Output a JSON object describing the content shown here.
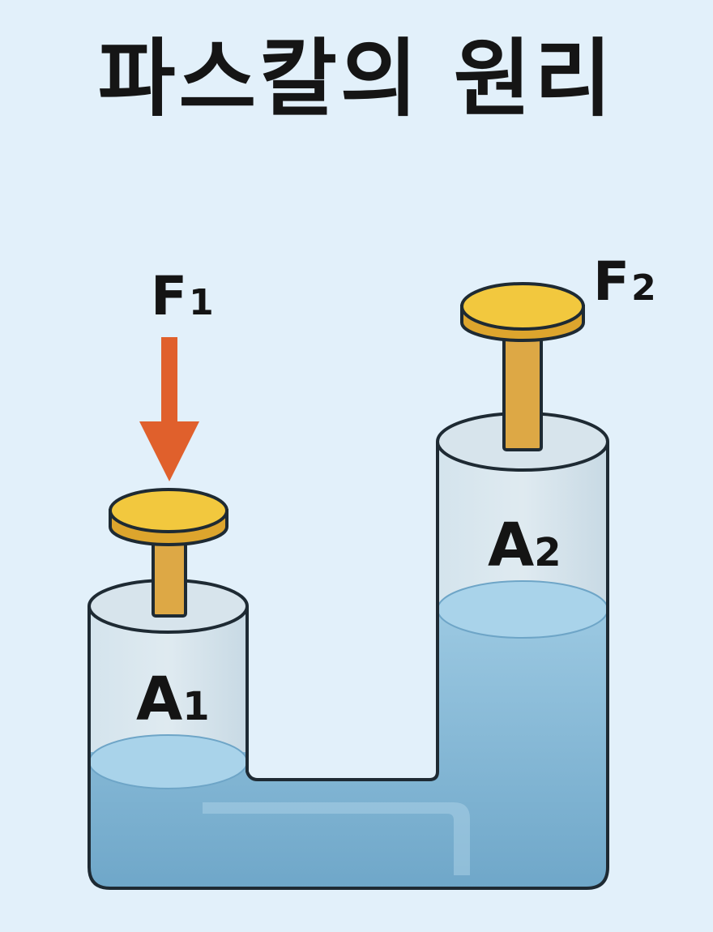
{
  "title": "파스칼의 원리",
  "labels": {
    "f1_main": "F",
    "f1_sub": "1",
    "f2_main": "F",
    "f2_sub": "2",
    "a1_main": "A",
    "a1_sub": "1",
    "a2_main": "A",
    "a2_sub": "2"
  },
  "colors": {
    "background": "#e2f0fa",
    "water": "#8fbfdc",
    "water_surface": "#a7d0e8",
    "glass": "#cfe0ea",
    "piston": "#f0c63a",
    "rod": "#dda845",
    "arrow": "#e0602c",
    "outline": "#1e2a33"
  }
}
